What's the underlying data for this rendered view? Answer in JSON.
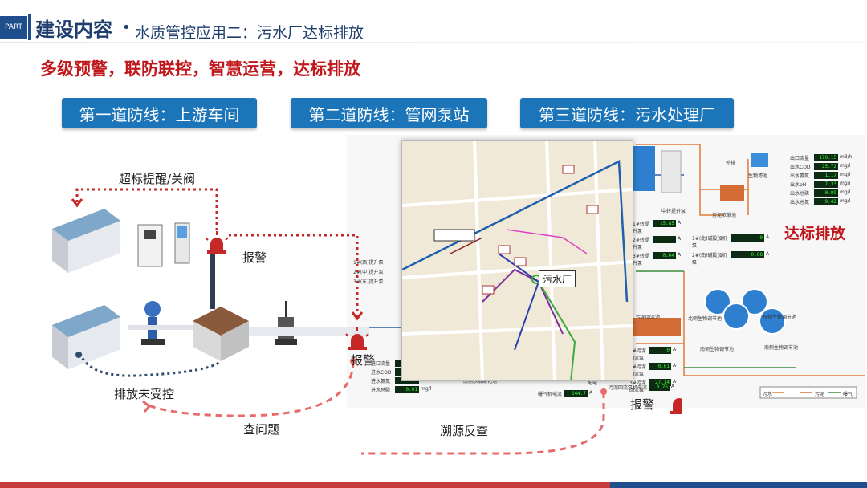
{
  "header": {
    "part_label": "PART",
    "title": "建设内容",
    "subtitle": "水质管控应用二：污水厂达标排放"
  },
  "slogan": "多级预警，联防联控，智慧运营，达标排放",
  "defense_lines": [
    "第一道防线：上游车间",
    "第二道防线：管网泵站",
    "第三道防线：污水处理厂"
  ],
  "labels": {
    "alert_close": "超标提醒/关阀",
    "alarm_1": "报警",
    "alarm_2": "报警",
    "alarm_3": "报警",
    "discharge_uncontrolled": "排放未受控",
    "check_problem": "查问题",
    "trace_source": "溯源反查",
    "compliant": "达标排放",
    "map_plant": "污水厂"
  },
  "outlet_panel": {
    "rows": [
      {
        "label": "出口流量",
        "value": "170.15",
        "unit": "m3/h"
      },
      {
        "label": "出水COD",
        "value": "25.72",
        "unit": "mg/l"
      },
      {
        "label": "出水氨氮",
        "value": "1.17",
        "unit": "mg/l"
      },
      {
        "label": "出水pH",
        "value": "7.33",
        "unit": "mg/l"
      },
      {
        "label": "出水总磷",
        "value": "0.09",
        "unit": "mg/l"
      },
      {
        "label": "出水总氮",
        "value": "9.42",
        "unit": "mg/l"
      }
    ]
  },
  "pump_panel": {
    "rows": [
      {
        "label": "1#转提升泵",
        "value": "15.85",
        "unit": "A"
      },
      {
        "label": "2#转提升泵",
        "value": "",
        "unit": "A"
      },
      {
        "label": "3#转提升泵",
        "value": "0.04",
        "unit": "A"
      }
    ]
  },
  "dosing_panel": {
    "rows": [
      {
        "label": "1#(北)碱投加机泵",
        "value": "0",
        "unit": "A"
      },
      {
        "label": "2#(南)碱投加机泵",
        "value": "0.08",
        "unit": "A"
      }
    ]
  },
  "inlet_panel": {
    "rows": [
      {
        "label": "进口流量",
        "value": "",
        "unit": ""
      },
      {
        "label": "进水COD",
        "value": "",
        "unit": ""
      },
      {
        "label": "进水氨氮",
        "value": "",
        "unit": ""
      },
      {
        "label": "进水总磷",
        "value": "0.01",
        "unit": "mg/l"
      }
    ]
  },
  "lift_pumps": [
    {
      "label": "1#(西)提升泵"
    },
    {
      "label": "2#(中)提升泵"
    },
    {
      "label": "3#(东)提升泵"
    }
  ],
  "sludge_panel": {
    "rows": [
      {
        "label": "1#污泥回流泵",
        "value": "0",
        "unit": "A"
      },
      {
        "label": "2#污泥回流泵",
        "value": "0.01",
        "unit": "A"
      },
      {
        "label": "3#污泥回流泵",
        "value": "27.14",
        "unit": "A"
      }
    ]
  },
  "aerator_current": {
    "label": "曝气机电流",
    "value": "144.7",
    "unit": "A"
  },
  "sludge_return_current": {
    "label": "污泥回流泵机电流",
    "value": "0.76",
    "unit": "A"
  },
  "scada_text": {
    "tank_top": "外排",
    "disinfect": "生物滤池",
    "concentrate": "污泥浓缩池",
    "mid_pump": "中转提升泵",
    "north_bio": "北侧生物调节池",
    "south_bio": "南侧生物调节池",
    "east_bio": "东侧生物调节池",
    "sludge_pool": "污泥回流池",
    "power": "配电",
    "water_panel": "南侧水解酸化池",
    "legend_sewage": "污水",
    "legend_sludge": "污泥",
    "legend_air": "曝气"
  },
  "colors": {
    "accent_blue": "#1b75b8",
    "title_navy": "#1f3e6e",
    "slogan_red": "#c0171c",
    "dotted_red": "#c62828",
    "dotted_blue": "#2f4d6e",
    "dashed_pink": "#e86a6a"
  }
}
